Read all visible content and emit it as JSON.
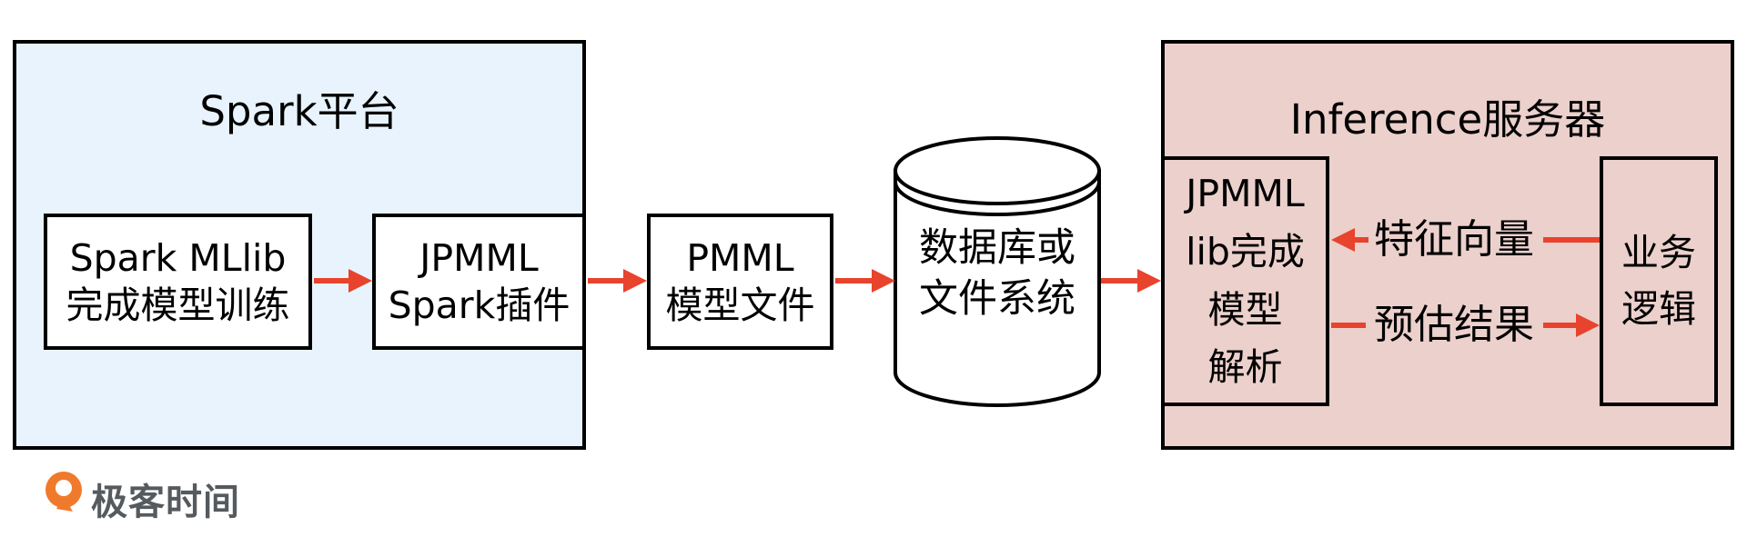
{
  "spark_panel": {
    "title": "Spark平台",
    "mllib_box": {
      "line1": "Spark MLlib",
      "line2": "完成模型训练"
    },
    "plugin_box": {
      "line1": "JPMML",
      "line2": "Spark插件"
    }
  },
  "pmml_box": {
    "line1": "PMML",
    "line2": "模型文件"
  },
  "storage": {
    "line1": "数据库或",
    "line2": "文件系统"
  },
  "inference_panel": {
    "title": "Inference服务器",
    "parse_box": {
      "line1": "JPMML",
      "line2": "lib完成",
      "line3": "模型",
      "line4": "解析"
    },
    "business_box": {
      "line1": "业务",
      "line2": "逻辑"
    },
    "feature_label": "特征向量",
    "estimate_label": "预估结果"
  },
  "logo": {
    "text": "极客时间"
  },
  "colors": {
    "spark_bg": "#e8f3fd",
    "inference_bg": "#ebd0cc",
    "arrow": "#e8432c",
    "logo": "#f07a2c"
  }
}
